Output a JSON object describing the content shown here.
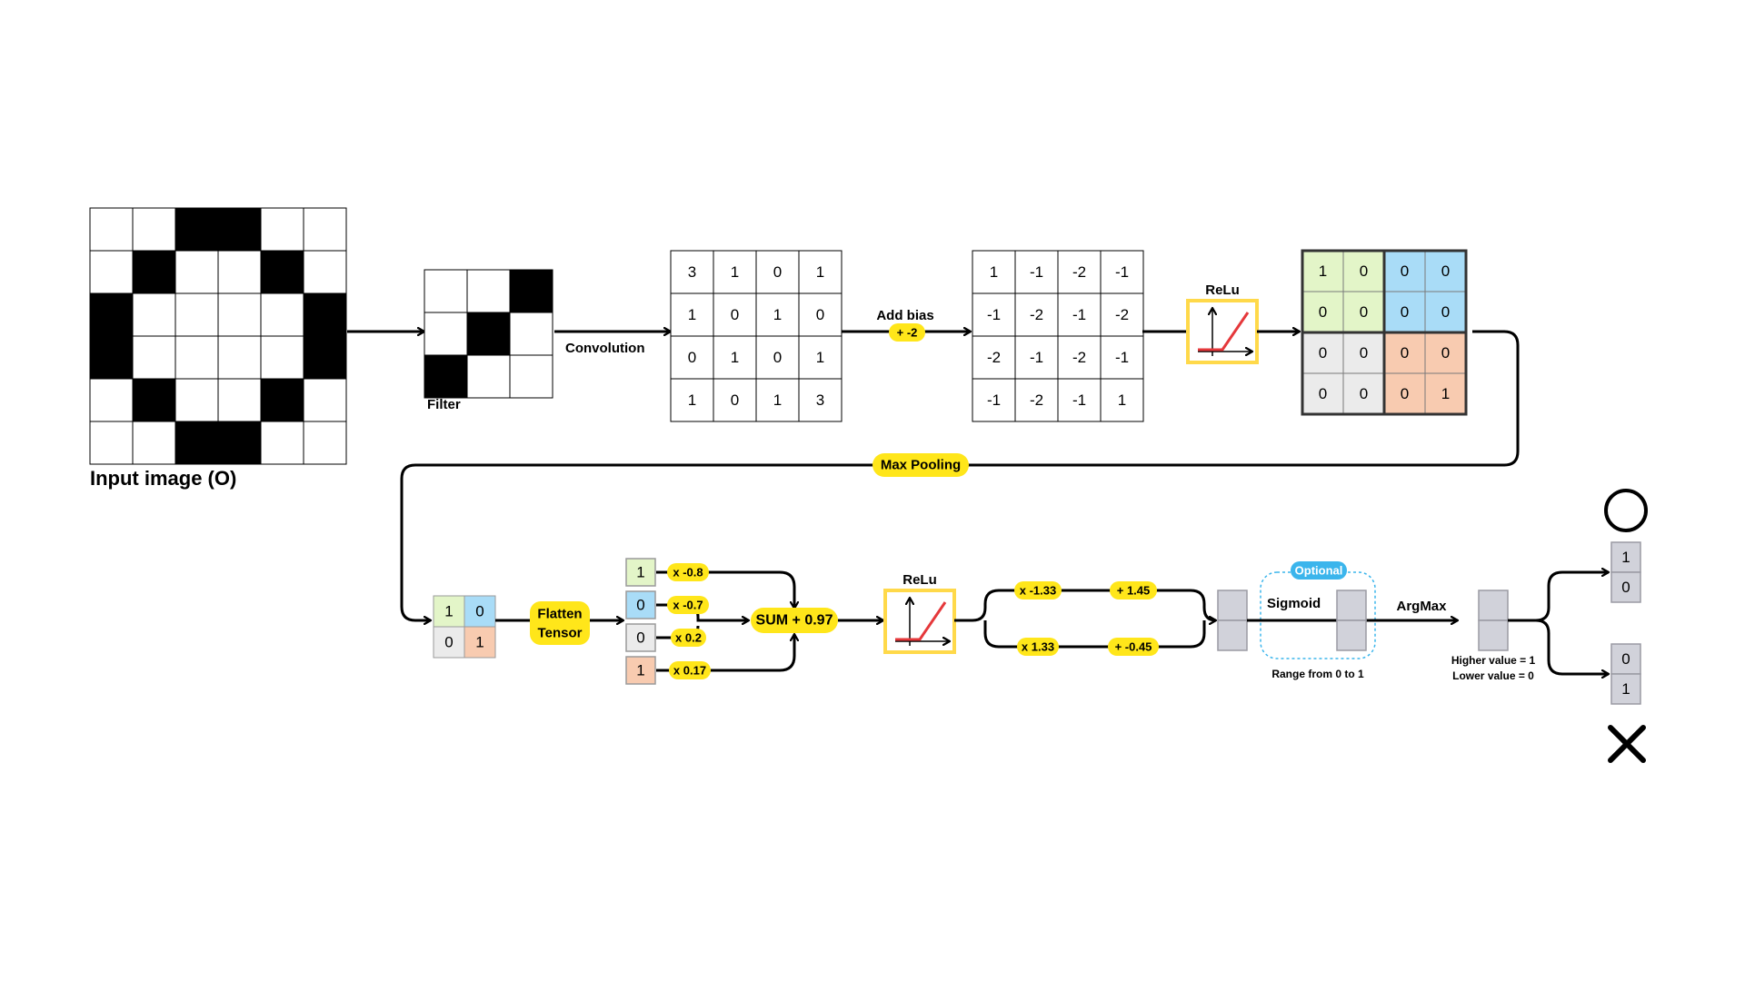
{
  "input_image": {
    "title": "Input image (O)",
    "pixels": [
      [
        0,
        0,
        1,
        1,
        0,
        0
      ],
      [
        0,
        1,
        0,
        0,
        1,
        0
      ],
      [
        1,
        0,
        0,
        0,
        0,
        1
      ],
      [
        1,
        0,
        0,
        0,
        0,
        1
      ],
      [
        0,
        1,
        0,
        0,
        1,
        0
      ],
      [
        0,
        0,
        1,
        1,
        0,
        0
      ]
    ]
  },
  "filter": {
    "label": "Filter",
    "pixels": [
      [
        0,
        0,
        1
      ],
      [
        0,
        1,
        0
      ],
      [
        1,
        0,
        0
      ]
    ]
  },
  "convolution": {
    "label": "Convolution",
    "values": [
      [
        "3",
        "1",
        "0",
        "1"
      ],
      [
        "1",
        "0",
        "1",
        "0"
      ],
      [
        "0",
        "1",
        "0",
        "1"
      ],
      [
        "1",
        "0",
        "1",
        "3"
      ]
    ]
  },
  "bias": {
    "label": "Add bias",
    "value": "+ -2"
  },
  "biased": {
    "values": [
      [
        "1",
        "-1",
        "-2",
        "-1"
      ],
      [
        "-1",
        "-2",
        "-1",
        "-2"
      ],
      [
        "-2",
        "-1",
        "-2",
        "-1"
      ],
      [
        "-1",
        "-2",
        "-1",
        "1"
      ]
    ]
  },
  "relu1": {
    "label": "ReLu"
  },
  "relu_out": {
    "values": [
      [
        "1",
        "0",
        "0",
        "0"
      ],
      [
        "0",
        "0",
        "0",
        "0"
      ],
      [
        "0",
        "0",
        "0",
        "0"
      ],
      [
        "0",
        "0",
        "0",
        "1"
      ]
    ]
  },
  "max_pooling": {
    "label": "Max Pooling"
  },
  "pooled": {
    "values": [
      [
        "1",
        "0"
      ],
      [
        "0",
        "1"
      ]
    ]
  },
  "flatten": {
    "line1": "Flatten",
    "line2": "Tensor"
  },
  "flattened": {
    "values": [
      "1",
      "0",
      "0",
      "1"
    ]
  },
  "weights": [
    "x -0.8",
    "x -0.7",
    "x 0.2",
    "x 0.17"
  ],
  "sum": {
    "label": "SUM + 0.97"
  },
  "relu2": {
    "label": "ReLu"
  },
  "branch_top": {
    "weight": "x -1.33",
    "bias": "+ 1.45"
  },
  "branch_bottom": {
    "weight": "x 1.33",
    "bias": "+ -0.45"
  },
  "sigmoid": {
    "label": "Sigmoid",
    "badge": "Optional",
    "note": "Range from 0 to 1"
  },
  "argmax": {
    "label": "ArgMax",
    "note1": "Higher value = 1",
    "note2": "Lower value = 0"
  },
  "output_o": {
    "values": [
      "1",
      "0"
    ],
    "symbol": "circle-icon"
  },
  "output_x": {
    "values": [
      "0",
      "1"
    ],
    "symbol": "cross-icon"
  },
  "colors": {
    "green": "#E3F5C8",
    "blue": "#A9DCF7",
    "grey": "#EBEBEB",
    "orange": "#F8CBB0",
    "yellow": "#FFE61A",
    "relu_border": "#FFD94A",
    "relu_line": "#E5383B",
    "gray_box": "#D1D2DA",
    "optional_blue": "#3BB5EC"
  }
}
